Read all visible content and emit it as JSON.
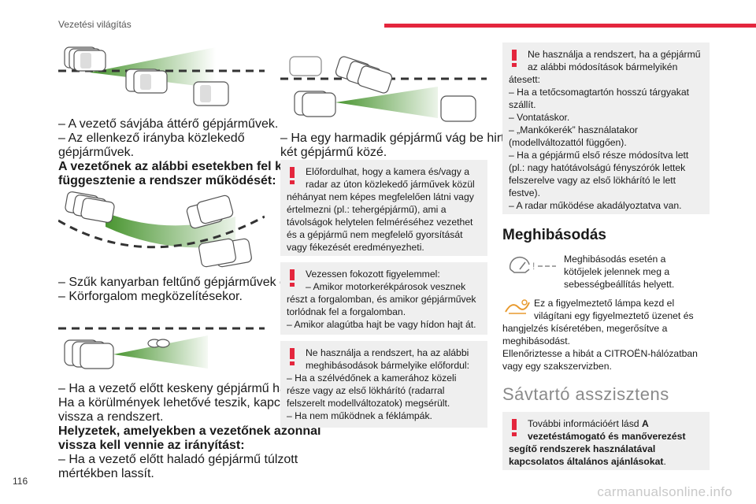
{
  "header": {
    "title": "Vezetési világítás"
  },
  "page_number": "116",
  "watermark": "carmanualsonline.info",
  "col1": {
    "para1": [
      "– A vezető sávjába áttérő gépjárművek.",
      "– Az ellenkező irányba közlekedő",
      "gépjárművek."
    ],
    "para1_bold": [
      "A vezetőnek az alábbi esetekben fel kell",
      "függesztenie a rendszer működését:"
    ],
    "para2": [
      "– Szűk kanyarban feltűnő gépjárművek esetén.",
      "– Körforgalom megközelítésekor."
    ],
    "para3": [
      "– Ha a vezető előtt keskeny gépjármű halad.",
      "Ha a körülmények lehetővé teszik, kapcsolja",
      "vissza a rendszert."
    ],
    "para3_bold": [
      "Helyzetek, amelyekben a vezetőnek azonnal",
      "vissza kell vennie az irányítást:"
    ],
    "para3_end": [
      "– Ha a vezető előtt haladó gépjármű túlzott",
      "mértékben lassít."
    ]
  },
  "col2": {
    "para1": [
      "– Ha egy harmadik gépjármű vág be hirtelen a",
      "két gépjármű közé."
    ],
    "note1": [
      "Előfordulhat, hogy a kamera és/vagy a",
      "radar az úton közlekedő járművek közül",
      "néhányat nem képes megfelelően látni vagy",
      "értelmezni (pl.: tehergépjármű), ami a",
      "távolságok helytelen felméréséhez vezethet",
      "és a gépjármű nem megfelelő gyorsítását",
      "vagy fékezését eredményezheti."
    ],
    "note2": [
      "Vezessen fokozott figyelemmel:",
      "– Amikor motorkerékpárosok vesznek",
      "részt a forgalomban, és amikor gépjárművek",
      "torlódnak fel a forgalomban.",
      "– Amikor alagútba hajt be vagy hídon hajt át."
    ],
    "note3": [
      "Ne használja a rendszert, ha az alábbi",
      "meghibásodások bármelyike előfordul:",
      "– Ha a szélvédőnek a kamerához közeli",
      "része vagy az első lökhárító (radarral",
      "felszerelt modellváltozatok) megsérült.",
      "– Ha nem működnek a féklámpák."
    ]
  },
  "col3": {
    "note1": [
      "Ne használja a rendszert, ha a gépjármű",
      "az alábbi módosítások bármelyikén",
      "átesett:",
      "– Ha a tetőcsomagtartón hosszú tárgyakat",
      "szállít.",
      "– Vontatáskor.",
      "– „Mankókerék” használatakor",
      "(modellváltozattól függően).",
      "– Ha a gépjármű első része módosítva lett",
      "(pl.: nagy hatótávolságú fényszórók lettek",
      "felszerelve vagy az első lökhárító le lett",
      "festve).",
      "– A radar működése akadályoztatva van."
    ],
    "heading_fault": "Meghibásodás",
    "fault1": [
      "Meghibásodás esetén a",
      "kötőjelek jelennek meg a",
      "sebességbeállítás helyett."
    ],
    "fault2": [
      "Ez a figyelmeztető lámpa kezd el",
      "világítani egy figyelmeztető üzenet és",
      "hangjelzés kíséretében, megerősítve a",
      "meghibásodást.",
      "Ellenőriztesse a hibát a CITROËN-hálózatban",
      "vagy egy szakszervizben."
    ],
    "heading_lane": "Sávtartó asszisztens",
    "note2_pre": "További információért lásd ",
    "note2_bold1": "A",
    "note2_bold_lines": [
      "vezetéstámogató és manőverezést",
      "segítő rendszerek használatával",
      "kapcsolatos általános ajánlásokat"
    ],
    "note2_end": "."
  },
  "colors": {
    "accent": "#e4263d",
    "note_bg": "#efefef",
    "beam": "#4e9a2e"
  }
}
